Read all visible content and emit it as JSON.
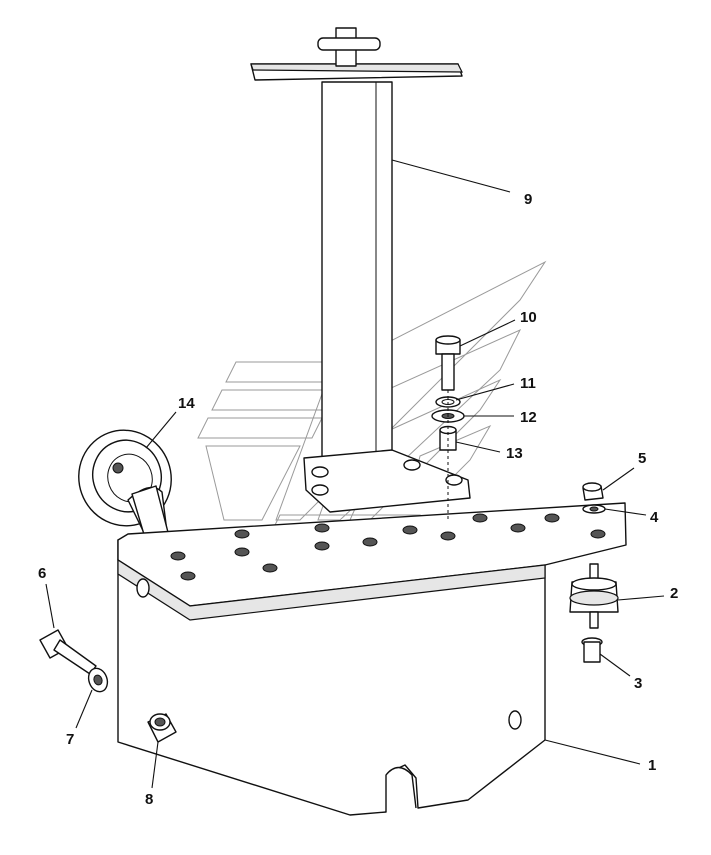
{
  "callouts": {
    "c1": "1",
    "c2": "2",
    "c3": "3",
    "c4": "4",
    "c5": "5",
    "c6": "6",
    "c7": "7",
    "c8": "8",
    "c9": "9",
    "c10": "10",
    "c11": "11",
    "c12": "12",
    "c13": "13",
    "c14": "14"
  },
  "colors": {
    "line": "#111111",
    "shade": "#e6e6e6",
    "watermark": "#9a9a9a",
    "background": "#ffffff"
  }
}
